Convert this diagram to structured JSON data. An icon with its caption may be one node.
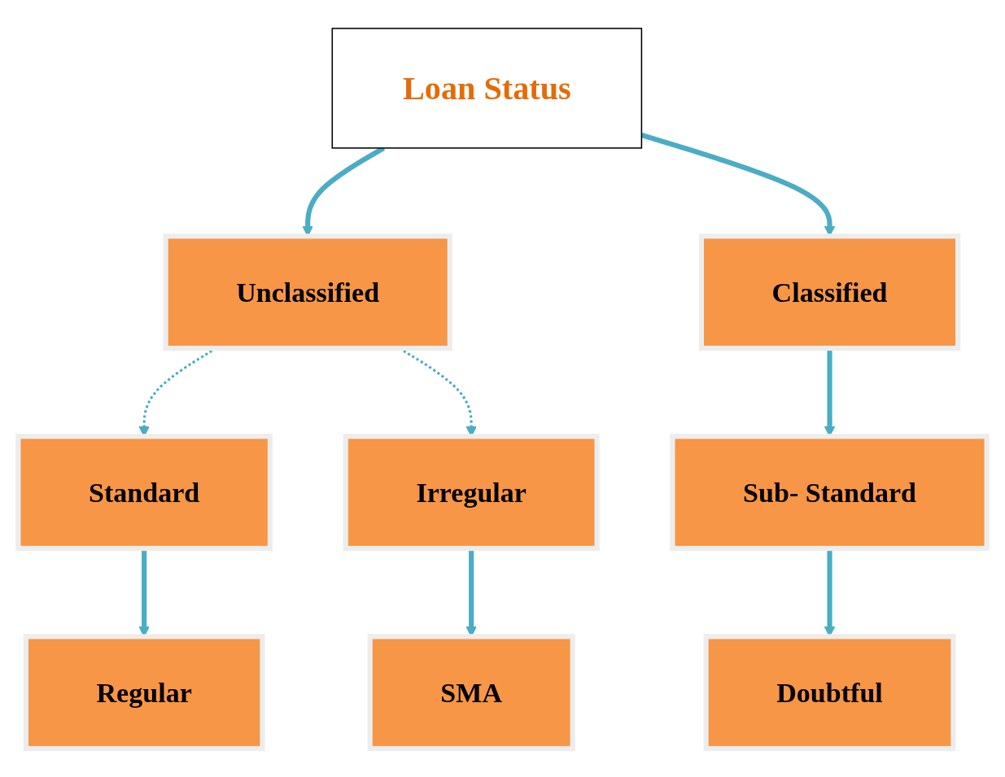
{
  "diagram": {
    "nodes": [
      {
        "text": [
          "Loan Status"
        ]
      },
      {
        "text": [
          "Unclassified"
        ]
      },
      {
        "text": [
          "Classified"
        ]
      },
      {
        "text": [
          "Standard"
        ]
      },
      {
        "text": [
          "Irregular"
        ]
      },
      {
        "text": [
          "Sub- Standard"
        ]
      },
      {
        "text": [
          "Regular"
        ]
      },
      {
        "text": [
          "SMA"
        ]
      },
      {
        "text": [
          "Doubtful"
        ]
      }
    ],
    "edges": [
      {
        "from": 0,
        "to": 1,
        "arrow": "to"
      },
      {
        "from": 0,
        "to": 2,
        "arrow": "to"
      },
      {
        "from": 1,
        "to": 3,
        "arrow": "to",
        "style": "dashed"
      },
      {
        "from": 1,
        "to": 4,
        "arrow": "to",
        "style": "dashed"
      },
      {
        "from": 2,
        "to": 5,
        "arrow": "to"
      },
      {
        "from": 3,
        "to": 6,
        "arrow": "to"
      },
      {
        "from": 4,
        "to": 7,
        "arrow": "to"
      },
      {
        "from": 5,
        "to": 8,
        "arrow": "to"
      }
    ]
  }
}
